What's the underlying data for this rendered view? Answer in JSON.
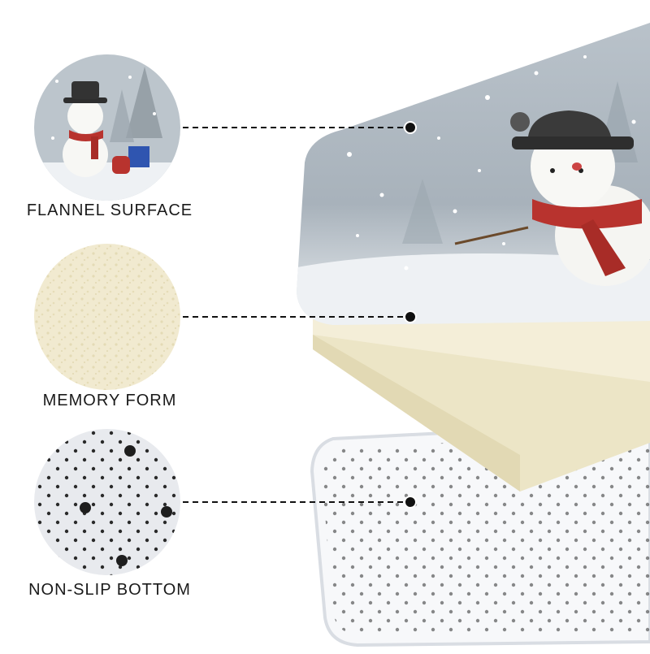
{
  "layers": [
    {
      "label": "FLANNEL SURFACE",
      "material": "flannel"
    },
    {
      "label": "MEMORY FORM",
      "material": "memory-foam"
    },
    {
      "label": "NON-SLIP BOTTOM",
      "material": "non-slip-dots"
    }
  ],
  "colors": {
    "sky": "#c9d1d8",
    "sky_dark": "#8f9aa4",
    "snow": "#f4f6f8",
    "foam": "#f3efd9",
    "foam_edge": "#e6dfc0",
    "bottom": "#eceef2",
    "dot": "#2a2a2a",
    "scarf": "#b8332e",
    "hat": "#2e2e2e",
    "leader": "#111111"
  }
}
